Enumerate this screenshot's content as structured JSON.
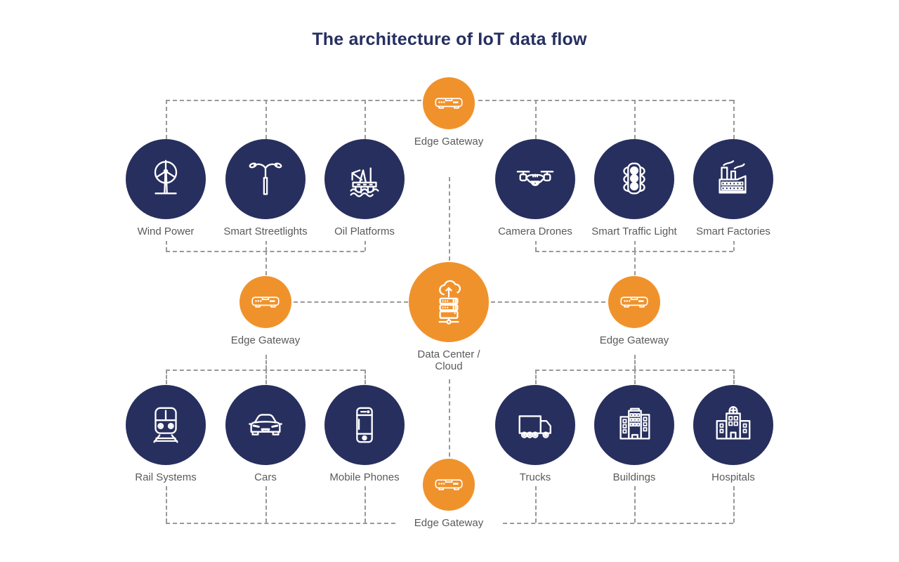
{
  "title": "The architecture of IoT data flow",
  "colors": {
    "navy_circle": "#272f5e",
    "orange_circle": "#f0922b",
    "title_text": "#262f60",
    "label_text": "#5a5a5a",
    "connector_line": "#999999",
    "icon_stroke": "#ffffff",
    "background": "#ffffff"
  },
  "center": {
    "label": "Data Center /\nCloud",
    "icon": "datacenter-cloud-icon"
  },
  "gateways": [
    {
      "id": "top",
      "label": "Edge Gateway",
      "icon": "gateway-router-icon"
    },
    {
      "id": "left",
      "label": "Edge Gateway",
      "icon": "gateway-router-icon"
    },
    {
      "id": "right",
      "label": "Edge Gateway",
      "icon": "gateway-router-icon"
    },
    {
      "id": "bottom",
      "label": "Edge Gateway",
      "icon": "gateway-router-icon"
    }
  ],
  "quadrants": [
    {
      "id": "top-left",
      "devices": [
        {
          "label": "Wind Power",
          "icon": "wind-turbine-icon"
        },
        {
          "label": "Smart Streetlights",
          "icon": "streetlight-icon"
        },
        {
          "label": "Oil Platforms",
          "icon": "oil-platform-icon"
        }
      ]
    },
    {
      "id": "top-right",
      "devices": [
        {
          "label": "Camera Drones",
          "icon": "drone-icon"
        },
        {
          "label": "Smart Traffic Light",
          "icon": "traffic-light-icon"
        },
        {
          "label": "Smart Factories",
          "icon": "factory-icon"
        }
      ]
    },
    {
      "id": "bottom-left",
      "devices": [
        {
          "label": "Rail Systems",
          "icon": "train-icon"
        },
        {
          "label": "Cars",
          "icon": "car-icon"
        },
        {
          "label": "Mobile Phones",
          "icon": "mobile-phone-icon"
        }
      ]
    },
    {
      "id": "bottom-right",
      "devices": [
        {
          "label": "Trucks",
          "icon": "truck-icon"
        },
        {
          "label": "Buildings",
          "icon": "buildings-icon"
        },
        {
          "label": "Hospitals",
          "icon": "hospital-icon"
        }
      ]
    }
  ]
}
